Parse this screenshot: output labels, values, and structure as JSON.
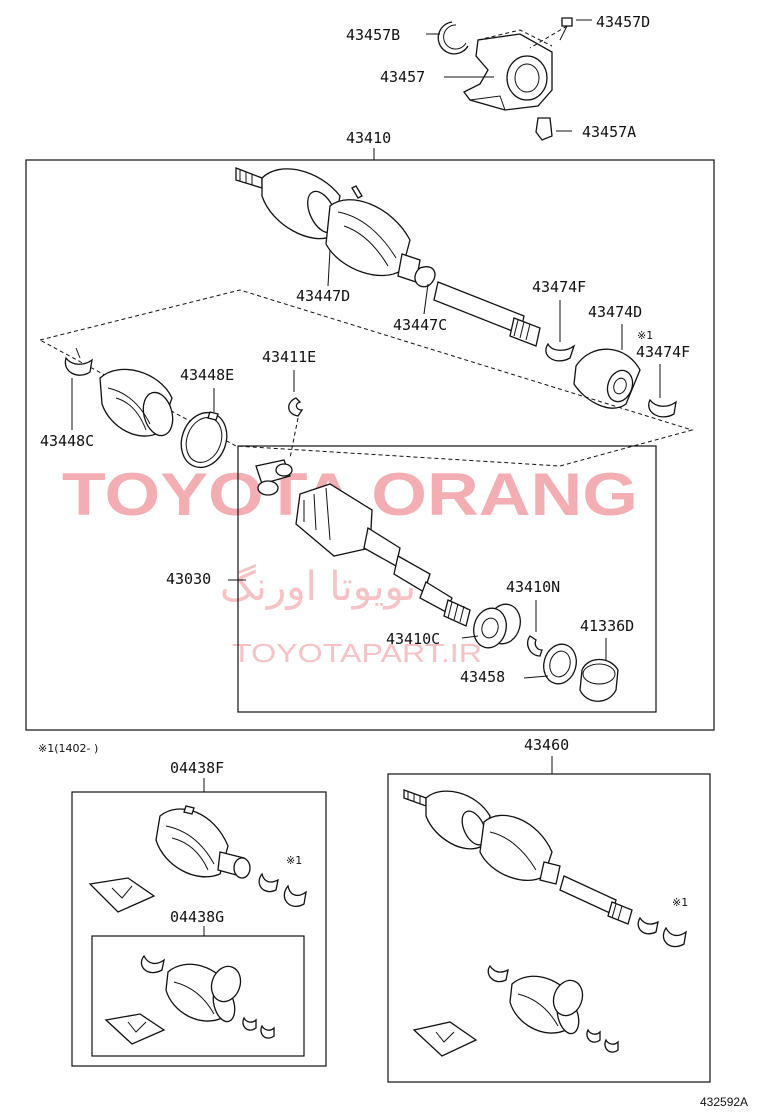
{
  "watermark": {
    "brand": "TOYOTA ORANG",
    "persian": "تویوتا اورنگ",
    "url": "TOYOTAPART.IR"
  },
  "labels": {
    "p43457B": "43457B",
    "p43457D": "43457D",
    "p43457": "43457",
    "p43457A": "43457A",
    "p43410_top": "43410",
    "p43447D": "43447D",
    "p43447C": "43447C",
    "p43474F_a": "43474F",
    "p43474D": "43474D",
    "p43474F_b": "43474F",
    "p43448E": "43448E",
    "p43411E": "43411E",
    "p43448C": "43448C",
    "p43030": "43030",
    "p43410N": "43410N",
    "p43410C": "43410C",
    "p41336D": "41336D",
    "p43458": "43458",
    "p43460": "43460",
    "p04438F": "04438F",
    "p04438G": "04438G"
  },
  "notes": {
    "mark": "※1",
    "footnote": "※1(1402-   )",
    "diagram_code": "432592A"
  }
}
